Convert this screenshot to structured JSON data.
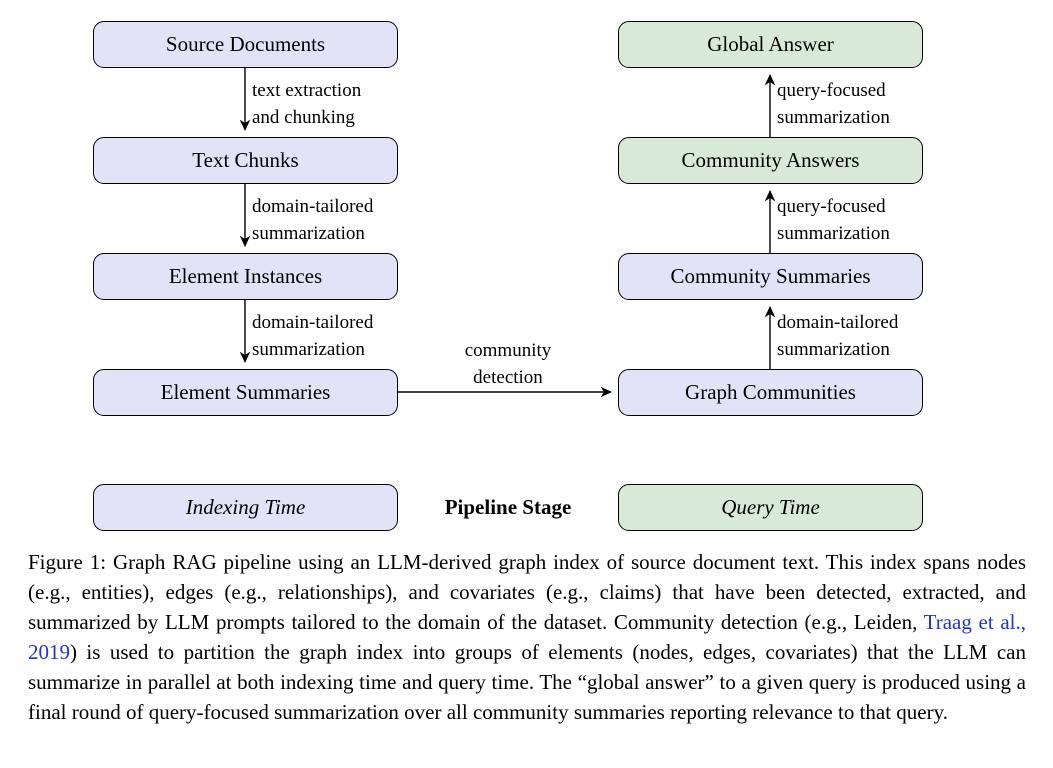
{
  "colors": {
    "index_fill": "#e3e3f8",
    "query_fill": "#d9e9d8",
    "link_blue": "#2233cc",
    "arrow": "#000000"
  },
  "figure": {
    "left_column": {
      "boxes": [
        "Source Documents",
        "Text Chunks",
        "Element Instances",
        "Element Summaries"
      ],
      "edge_labels": [
        [
          "text extraction",
          "and chunking"
        ],
        [
          "domain-tailored",
          "summarization"
        ],
        [
          "domain-tailored",
          "summarization"
        ]
      ]
    },
    "right_column": {
      "boxes": [
        "Global Answer",
        "Community Answers",
        "Community Summaries",
        "Graph Communities"
      ],
      "edge_labels": [
        [
          "query-focused",
          "summarization"
        ],
        [
          "query-focused",
          "summarization"
        ],
        [
          "domain-tailored",
          "summarization"
        ]
      ]
    },
    "cross_edge": {
      "label": [
        "community",
        "detection"
      ]
    },
    "legend": {
      "indexing": "Indexing Time",
      "pipeline_stage": "Pipeline Stage",
      "query": "Query Time"
    }
  },
  "caption": {
    "part1": "Figure 1: Graph RAG pipeline using an LLM-derived graph index of source document text.  This index spans nodes (e.g., entities), edges (e.g., relationships), and covariates (e.g., claims) that have been detected, extracted, and summarized by LLM prompts tailored to the domain of the dataset. Community detection (e.g., Leiden, ",
    "citation": "Traag et al., 2019",
    "part2": ") is used to partition the graph index into groups of elements (nodes, edges, covariates) that the LLM can summarize in parallel at both indexing time and query time.  The “global answer” to a given query is produced using a final round of query-focused summarization over all community summaries reporting relevance to that query."
  }
}
